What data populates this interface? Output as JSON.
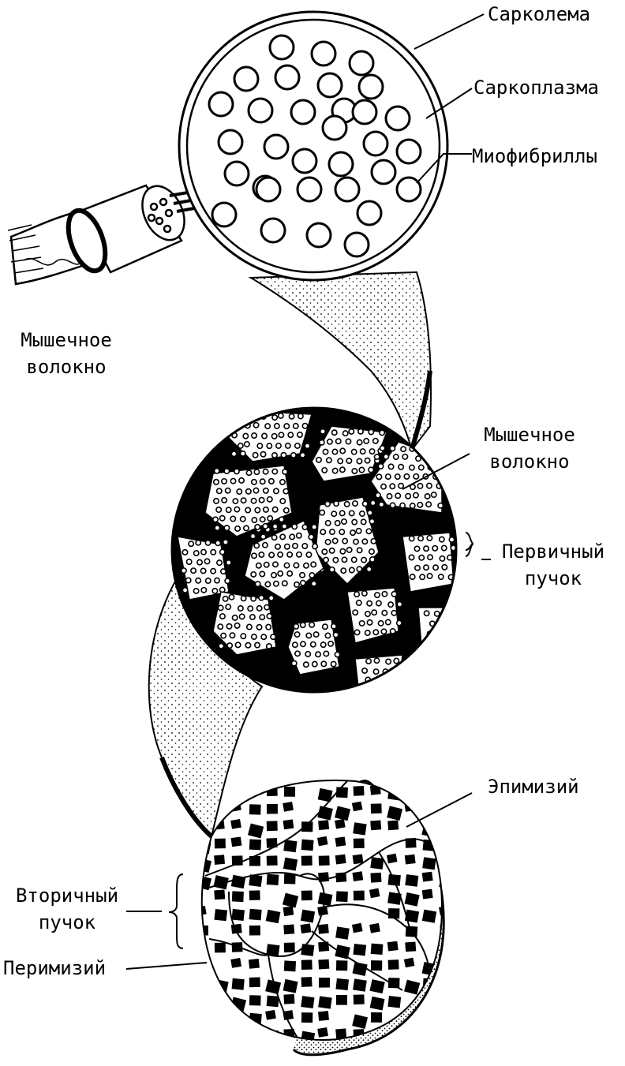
{
  "labels": {
    "sarcolemma": "Сарколема",
    "sarcoplasm": "Саркоплазма",
    "myofibrils": "Миофибриллы",
    "muscle_fiber_top": [
      "Мышечное",
      "волокно"
    ],
    "muscle_fiber_mid": [
      "Мышечное",
      "волокно"
    ],
    "primary_bundle": [
      "Первичный",
      "пучок"
    ],
    "epimysium": "Эпимизий",
    "secondary_bundle": [
      "Вторичный",
      "пучок"
    ],
    "perimysium": "Перимизий"
  },
  "colors": {
    "ink": "#000000",
    "paper": "#ffffff"
  }
}
